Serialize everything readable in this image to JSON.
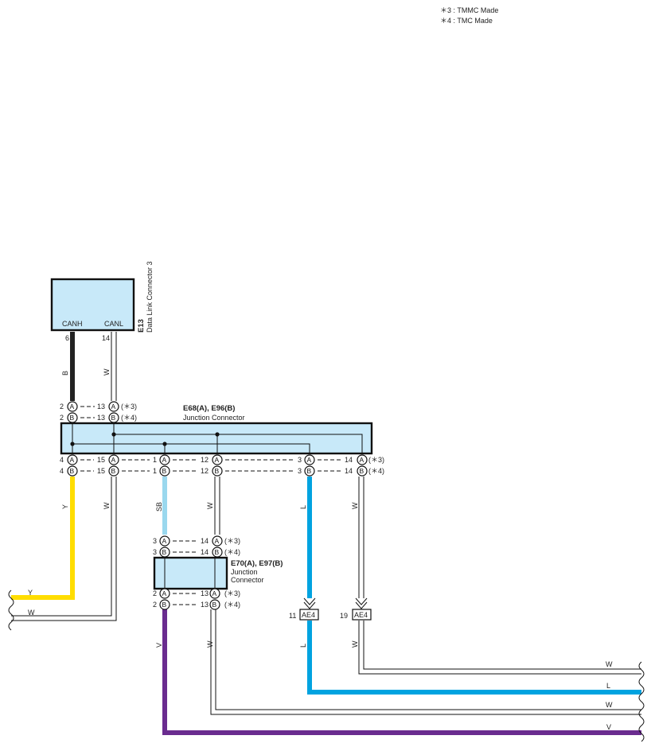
{
  "notes": {
    "n3": "＊3 : TMMC Made",
    "n4": "＊4 : TMC Made"
  },
  "dlc": {
    "code": "E13",
    "name": "Data Link Connector 3",
    "canh": "CANH",
    "canl": "CANL",
    "pin_h": "6",
    "pin_l": "14"
  },
  "jc1": {
    "title": "E68(A), E96(B)",
    "subtitle": "Junction Connector"
  },
  "jc2": {
    "title": "E70(A), E97(B)",
    "subtitle_1": "Junction",
    "subtitle_2": "Connector"
  },
  "pins": {
    "a": "A",
    "b": "B",
    "p1": "1",
    "p2": "2",
    "p3": "3",
    "p4": "4",
    "p11": "11",
    "p12": "12",
    "p13": "13",
    "p14": "14",
    "p15": "15",
    "p19": "19",
    "s3": "(＊3)",
    "s4": "(＊4)"
  },
  "connector_ae4": "AE4",
  "wire_colors": {
    "b": "B",
    "w": "W",
    "y": "Y",
    "sb": "SB",
    "l": "L",
    "v": "V"
  },
  "colors": {
    "black": "#222222",
    "yellow": "#ffdd00",
    "sky_blue": "#9ad8ee",
    "blue": "#00a3e0",
    "violet": "#6a2c8f",
    "box_fill": "#c8e9f9"
  }
}
